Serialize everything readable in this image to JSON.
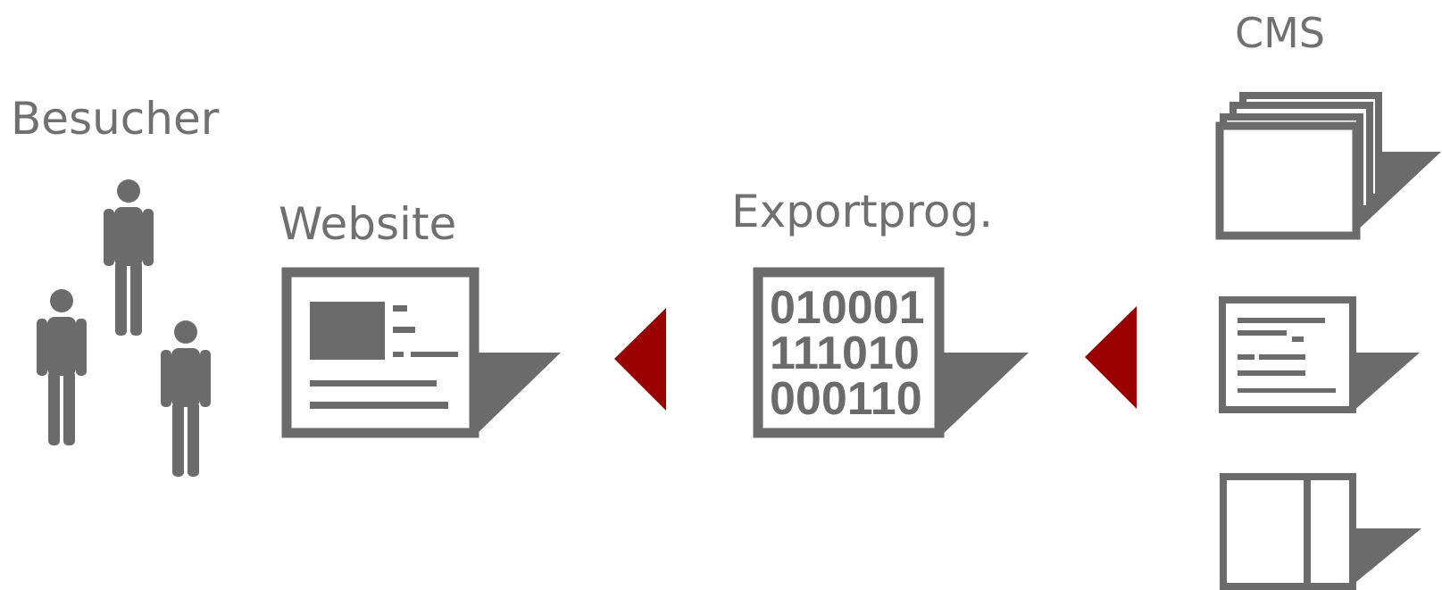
{
  "diagram": {
    "labels": {
      "visitors": "Besucher",
      "website": "Website",
      "export": "Exportprog.",
      "cms": "CMS"
    },
    "binary_lines": [
      "010001",
      "111010",
      "000110"
    ],
    "colors": {
      "gray": "#6b6b6b",
      "label_gray": "#707070",
      "arrow_red": "#990000",
      "background": "#ffffff"
    },
    "icons": [
      "person-icon",
      "website-page-icon",
      "binary-page-icon",
      "arrow-left-icon",
      "cms-stack-icon",
      "cms-text-page-icon",
      "cms-split-page-icon"
    ]
  }
}
